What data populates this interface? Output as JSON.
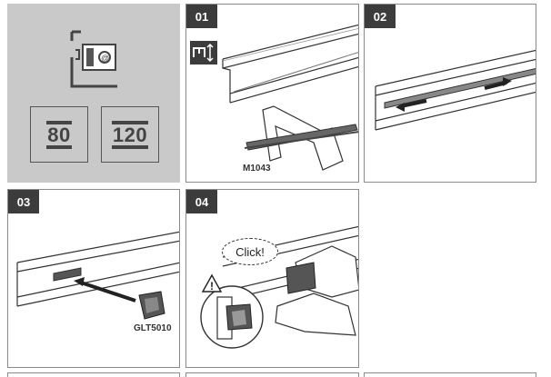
{
  "cover": {
    "icon_name": "door-intercom-network-icon",
    "sizes": [
      "80",
      "120"
    ]
  },
  "steps": [
    {
      "number": "01",
      "part_label": "M1043",
      "icon_name": "cut-duct-icon"
    },
    {
      "number": "02"
    },
    {
      "number": "03",
      "part_label": "GLT5010"
    },
    {
      "number": "04",
      "callout": "Click!",
      "warning_icon": "warning-triangle-icon"
    }
  ],
  "colors": {
    "cover_background": "#c9c9c9",
    "badge": "#3c3c3c",
    "line": "#333333"
  }
}
